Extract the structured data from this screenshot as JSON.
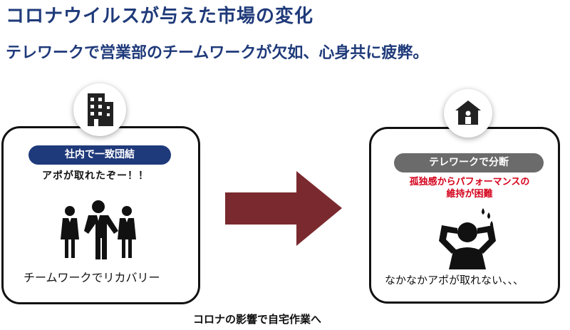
{
  "title": "コロナウイルスが与えた市場の変化",
  "subtitle": "テレワークで営業部のチームワークが欠如、心身共に疲弊。",
  "before": {
    "icon": "office-building-icon",
    "badge": "社内で一致団結",
    "quote": "アポが取れたぞー！！",
    "illustration": "team-people-icon",
    "caption": "チームワークでリカバリー"
  },
  "arrow": {
    "icon": "right-arrow-icon",
    "color": "#7a2a2e"
  },
  "after": {
    "icon": "house-person-icon",
    "badge": "テレワークで分断",
    "warning_line1": "孤独感からパフォーマンスの",
    "warning_line2": "維持が困難",
    "illustration": "stressed-person-icon",
    "caption": "なかなかアポが取れない、、、"
  },
  "bottom_caption": "コロナの影響で自宅作業へ",
  "colors": {
    "navy": "#1f3a7a",
    "gray": "#6b6b6b",
    "red": "#d4001a",
    "arrow": "#7a2a2e"
  }
}
